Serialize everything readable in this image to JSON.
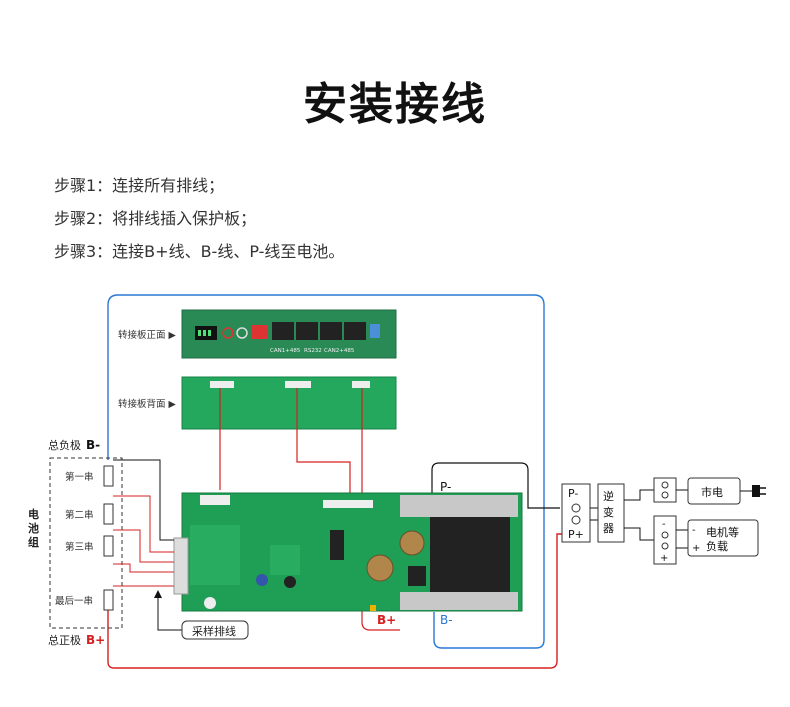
{
  "title": "安装接线",
  "steps": [
    "步骤1：连接所有排线；",
    "步骤2：将排线插入保护板；",
    "步骤3：连接B+线、B-线、P-线至电池。"
  ],
  "labels": {
    "board_front": "转接板正面 ▶",
    "board_back": "转接板背面 ▶",
    "total_neg": "总负极",
    "total_neg_sign": "B-",
    "total_pos": "总正极",
    "total_pos_sign": "B+",
    "battery_pack": "电池组",
    "cell_1": "第一串",
    "cell_2": "第二串",
    "cell_3": "第三串",
    "cell_last": "最后一串",
    "sampling_cable": "采样排线",
    "p_minus_top": "P-",
    "b_plus": "B+",
    "b_minus": "B-",
    "terminal_p_minus": "P-",
    "terminal_p_plus": "P+",
    "inverter": "逆变器",
    "mains": "市电",
    "load": "电机等负载",
    "load_minus": "-",
    "load_plus": "+",
    "port_can1": "CAN1+485",
    "port_rs232": "RS232",
    "port_can2": "CAN2+485"
  },
  "colors": {
    "wire_blue": "#2a78d6",
    "wire_red": "#d62020",
    "wire_black": "#111111",
    "pcb_green": "#1f9e55",
    "pcb_dark": "#2a7a4a"
  }
}
